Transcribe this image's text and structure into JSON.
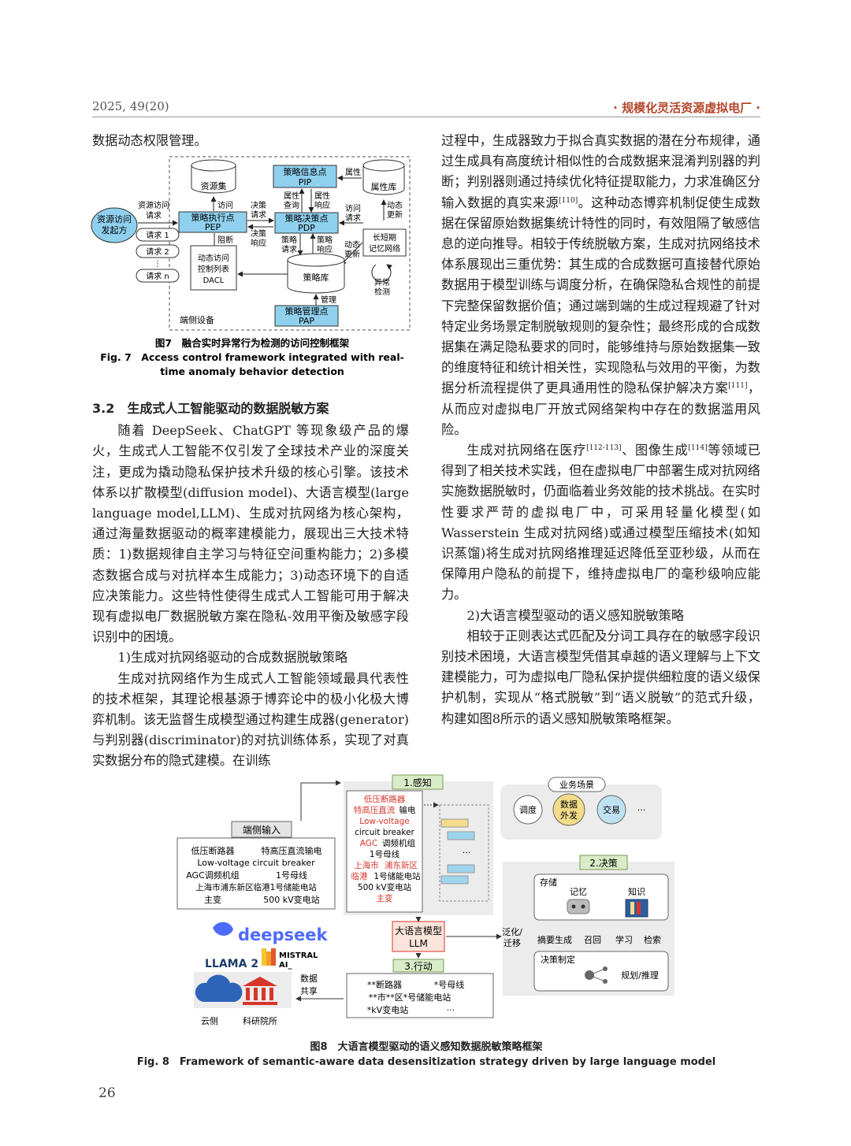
{
  "header": {
    "left": "2025, 49(20)",
    "right": "· 规模化灵活资源虚拟电厂 ·"
  },
  "left_col": {
    "p0": "数据动态权限管理。",
    "section_title": "3.2　生成式人工智能驱动的数据脱敏方案",
    "p1": "随着 DeepSeek、ChatGPT 等现象级产品的爆火，生成式人工智能不仅引发了全球技术产业的深度关注，更成为撬动隐私保护技术升级的核心引擎。该技术体系以扩散模型(diffusion model)、大语言模型(large language model,LLM)、生成对抗网络为核心架构，通过海量数据驱动的概率建模能力，展现出三大技术特质：1)数据规律自主学习与特征空间重构能力；2)多模态数据合成与对抗样本生成能力；3)动态环境下的自适应决策能力。这些特性使得生成式人工智能可用于解决现有虚拟电厂数据脱敏方案在隐私-效用平衡及敏感字段识别中的困境。",
    "p2": "1)生成对抗网络驱动的合成数据脱敏策略",
    "p3": "生成对抗网络作为生成式人工智能领域最具代表性的技术框架，其理论根基源于博弈论中的极小化极大博弈机制。该无监督生成模型通过构建生成器(generator)与判别器(discriminator)的对抗训练体系，实现了对真实数据分布的隐式建模。在训练"
  },
  "right_col": {
    "p1a": "过程中，生成器致力于拟合真实数据的潜在分布规律，通过生成具有高度统计相似性的合成数据来混淆判别器的判断；判别器则通过持续优化特征提取能力，力求准确区分输入数据的真实来源",
    "ref1": "[110]",
    "p1b": "。这种动态博弈机制促使生成数据在保留原始数据集统计特性的同时，有效阻隔了敏感信息的逆向推导。相较于传统脱敏方案，生成对抗网络技术体系展现出三重优势：其生成的合成数据可直接替代原始数据用于模型训练与调度分析，在确保隐私合规性的前提下完整保留数据价值；通过端到端的生成过程规避了针对特定业务场景定制脱敏规则的复杂性；最终形成的合成数据集在满足隐私要求的同时，能够维持与原始数据集一致的维度特征和统计相关性，实现隐私与效用的平衡，为数据分析流程提供了更具通用性的隐私保护解决方案",
    "ref2": "[111]",
    "p1c": "，从而应对虚拟电厂开放式网络架构中存在的数据滥用风险。",
    "p2a": "生成对抗网络在医疗",
    "ref3": "[112-113]",
    "p2b": "、图像生成",
    "ref4": "[114]",
    "p2c": "等领域已得到了相关技术实践，但在虚拟电厂中部署生成对抗网络实施数据脱敏时，仍面临着业务效能的技术挑战。在实时性要求严苛的虚拟电厂中，可采用轻量化模型(如 Wasserstein 生成对抗网络)或通过模型压缩技术(如知识蒸馏)将生成对抗网络推理延迟降低至亚秒级，从而在保障用户隐私的前提下，维持虚拟电厂的毫秒级响应能力。",
    "p3": "2)大语言模型驱动的语义感知脱敏策略",
    "p4": "相较于正则表达式匹配及分词工具存在的敏感字段识别技术困境，大语言模型凭借其卓越的语义理解与上下文建模能力，可为虚拟电厂隐私保护提供细粒度的语义级保护机制，实现从“格式脱敏”到“语义脱敏”的范式升级，构建如图8所示的语义感知脱敏策略框架。"
  },
  "fig7": {
    "resource_set": "资源集",
    "pip": "策略信息点",
    "pip_abbr": "PIP",
    "attr": "属性",
    "attr_db": "属性库",
    "initiator_1": "资源访问",
    "initiator_2": "发起方",
    "res_req_1": "资源访问",
    "res_req_2": "请求",
    "pep": "策略执行点",
    "pep_abbr": "PEP",
    "access": "访问",
    "decision_req_1": "决策",
    "decision_req_2": "请求",
    "attr_query_1": "属性",
    "attr_query_2": "查询",
    "attr_resp_1": "属性",
    "attr_resp_2": "响应",
    "pdp": "策略决策点",
    "pdp_abbr": "PDP",
    "access_req_1": "访问",
    "access_req_2": "请求",
    "dyn_update_1": "动态",
    "dyn_update_2": "更新",
    "req1": "请求 1",
    "req2": "请求 2",
    "reqn": "请求 n",
    "dots": "⋮",
    "block": "阻断",
    "decision_resp_1": "决策",
    "decision_resp_2": "响应",
    "policy_req_1": "策略",
    "policy_req_2": "请求",
    "policy_resp_1": "策略",
    "policy_resp_2": "响应",
    "dyn_update2_1": "动态",
    "dyn_update2_2": "更新",
    "lstm_1": "长短期",
    "lstm_2": "记忆网络",
    "dacl_1": "动态访问",
    "dacl_2": "控制列表",
    "dacl_3": "DACL",
    "policy_db": "策略库",
    "anomaly_1": "异常",
    "anomaly_2": "检测",
    "manage": "管理",
    "pap": "策略管理点",
    "pap_abbr": "PAP",
    "edge_device": "端侧设备",
    "caption_cn": "图7　融合实时异常行为检测的访问控制框架",
    "caption_en_1": "Fig. 7　Access control framework integrated with real-",
    "caption_en_2": "time anomaly behavior detection"
  },
  "fig8": {
    "perception": "1.感知",
    "decision": "2.决策",
    "action": "3.行动",
    "biz_scene": "业务场景",
    "dispatch": "调度",
    "data_out_1": "数据",
    "data_out_2": "外发",
    "trade": "交易",
    "ellipsis": "···",
    "edge_input": "端侧输入",
    "in_line1a": "低压断路器",
    "in_line1b": "特高压直流输电",
    "in_line2": "Low-voltage circuit breaker",
    "in_line3a": "AGC调频机组",
    "in_line3b": "1号母线",
    "in_line4": "上海市浦东新区临港1号储能电站",
    "in_line5a": "主变",
    "in_line5b": "500 kV变电站",
    "per_l1": "低压断路器",
    "per_l2a": "特高压直流",
    "per_l2b": "输电",
    "per_l3": "Low-voltage",
    "per_l4": "circuit breaker",
    "per_l5a": "AGC",
    "per_l5b": "调频机组",
    "per_l6": "1号母线",
    "per_l7a": "上海市",
    "per_l7b": "浦东新区",
    "per_l8a": "临港",
    "per_l8b": "1号储能电站",
    "per_l9": "500 kV变电站",
    "per_l10": "主变",
    "llm_1": "大语言模型",
    "llm_2": "LLM",
    "storage": "存储",
    "memory": "记忆",
    "knowledge": "知识",
    "generalize_1": "泛化/",
    "generalize_2": "迁移",
    "summarize": "摘要生成",
    "recall": "召回",
    "learn": "学习",
    "retrieve": "检索",
    "decision_make": "决策制定",
    "plan": "规划/推理",
    "act_1a": "**断路器",
    "act_1b": "*号母线",
    "act_2": "**市**区*号储能电站",
    "act_3a": "*kV变电站",
    "act_3b": "···",
    "deepseek": "deepseek",
    "llama": "LLAMA 2",
    "mistral_1": "MISTRAL",
    "mistral_2": "AI_",
    "share_1": "数据",
    "share_2": "共享",
    "cloud": "云侧",
    "institute": "科研院所",
    "caption_cn": "图8　大语言模型驱动的语义感知数据脱敏策略框架",
    "caption_en": "Fig. 8　Framework of semantic-aware data desensitization strategy driven by large language model"
  },
  "page_number": "26",
  "colors": {
    "accent_blue": "#7fc6e8",
    "accent_red": "#d8352a",
    "brand_orange": "#b5462c",
    "green_tag": "#d9ecc7",
    "gray_panel": "#ececec"
  }
}
